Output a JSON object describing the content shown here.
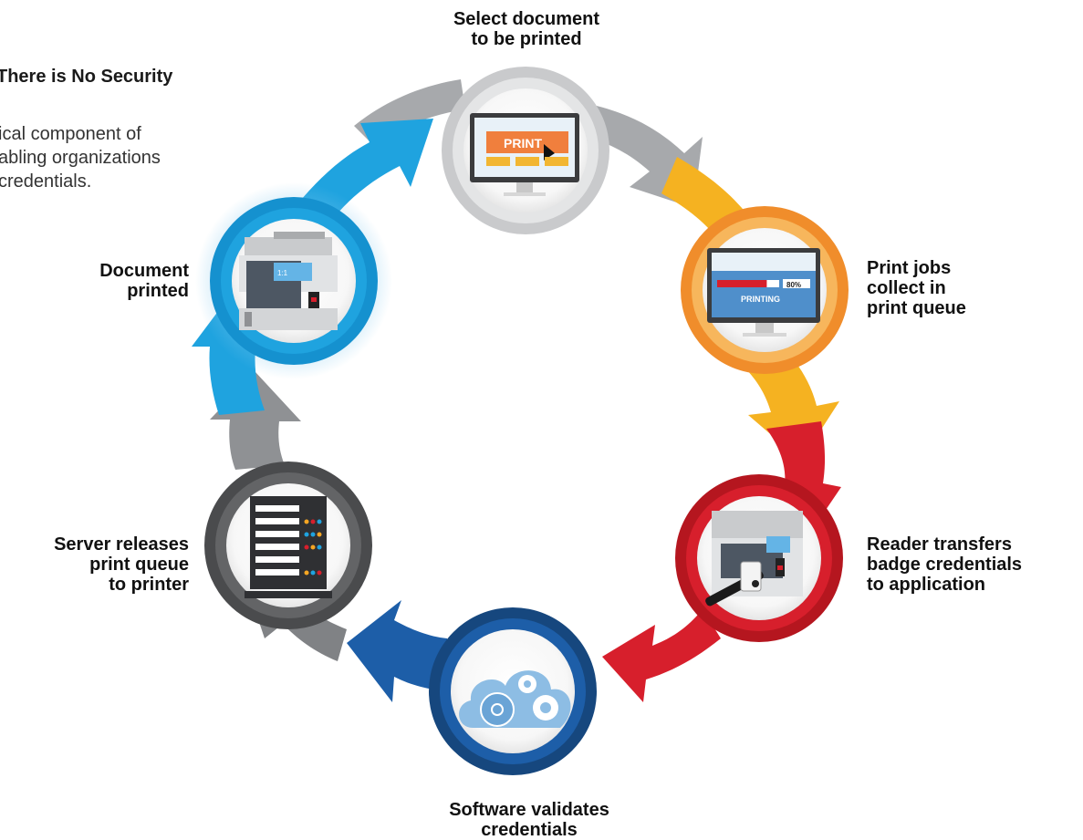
{
  "intro": {
    "heading": "There is No Security",
    "body_lines": [
      "ical component of",
      "abling organizations",
      "credentials."
    ]
  },
  "steps": [
    {
      "lines": [
        "Select document",
        "to be printed"
      ],
      "color": "#9ea0a3",
      "icon": "monitor-print-icon"
    },
    {
      "lines": [
        "Print jobs",
        "collect in",
        "print queue"
      ],
      "color": "#f5a623",
      "icon": "monitor-printing-icon"
    },
    {
      "lines": [
        "Reader transfers",
        "badge credentials",
        "to application"
      ],
      "color": "#d71f2c",
      "icon": "printer-badge-reader-icon"
    },
    {
      "lines": [
        "Software validates",
        "credentials"
      ],
      "color": "#1d5ea8",
      "icon": "cloud-gears-icon"
    },
    {
      "lines": [
        "Server releases",
        "print queue",
        "to printer"
      ],
      "color": "#5b5d60",
      "icon": "server-rack-icon"
    },
    {
      "lines": [
        "Document",
        "printed"
      ],
      "color": "#1fa3df",
      "icon": "printer-icon"
    }
  ],
  "screens": {
    "print_button": "PRINT",
    "progress_percent": "80%",
    "progress_value": 0.8,
    "printing_label": "PRINTING",
    "printer_badge": "1:1"
  }
}
